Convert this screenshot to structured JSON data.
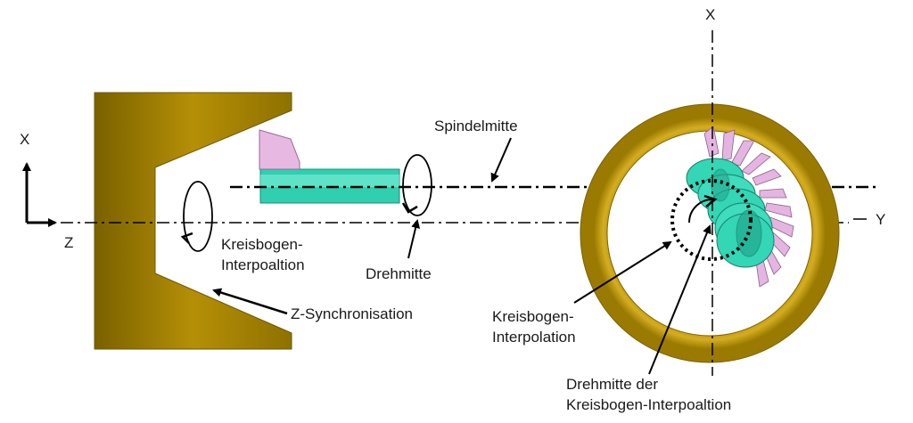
{
  "labels": {
    "axis_x_left": "X",
    "axis_z_left": "Z",
    "axis_x_right": "X",
    "axis_y_right": "Y",
    "spindelmitte": "Spindelmitte",
    "kreisbogen_left_1": "Kreisbogen-",
    "kreisbogen_left_2": "Interpoaltion",
    "drehmitte": "Drehmitte",
    "z_sync": "Z-Synchronisation",
    "kreisbogen_right_1": "Kreisbogen-",
    "kreisbogen_right_2": "Interpolation",
    "drehmitte_der_1": "Drehmitte der",
    "drehmitte_der_2": "Kreisbogen-Interpoaltion"
  },
  "colors": {
    "workpiece": "#b38e00",
    "workpiece_dark": "#7a6100",
    "tool_teal": "#33d6b5",
    "insert_pink": "#e3b5e0",
    "line": "#000000"
  }
}
